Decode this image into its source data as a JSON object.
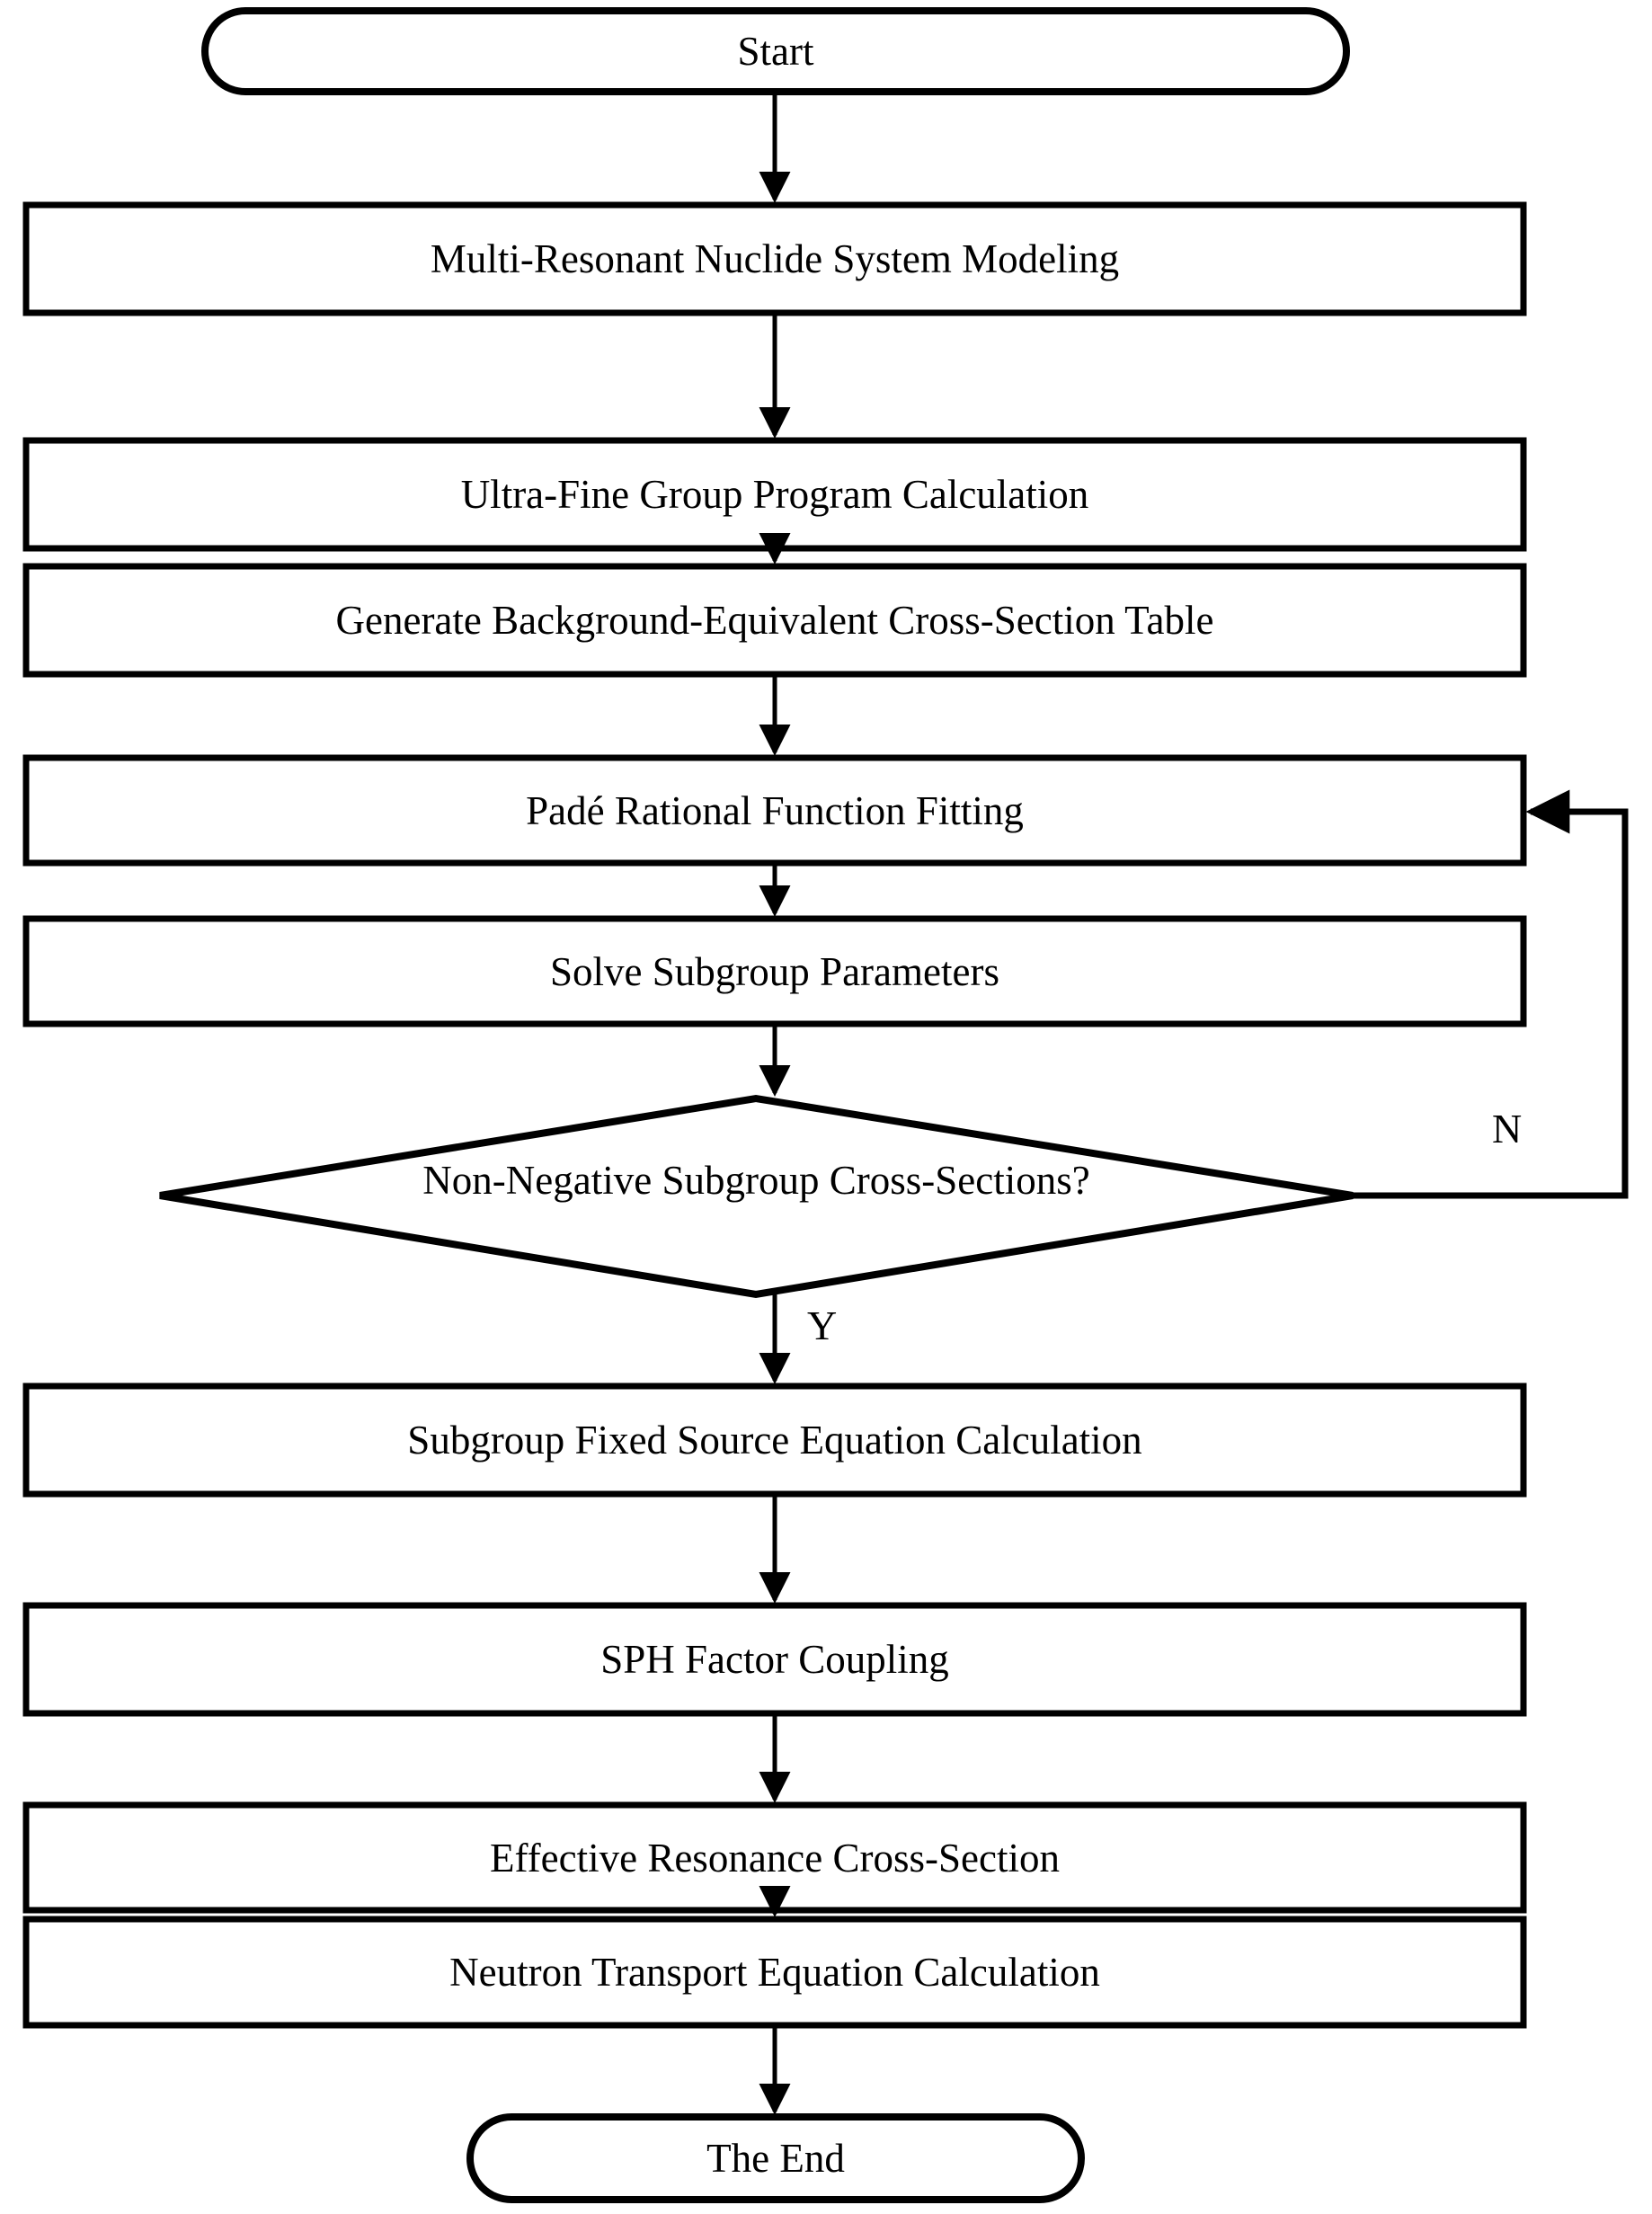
{
  "diagram": {
    "type": "flowchart",
    "orientation": "top-to-bottom",
    "background_color": "#FFFFFF",
    "line_color": "#000000",
    "text_color": "#000000",
    "nodes": [
      {
        "id": "start",
        "shape": "terminator",
        "label": "Start"
      },
      {
        "id": "modeling",
        "shape": "process",
        "label": "Multi-Resonant Nuclide System Modeling"
      },
      {
        "id": "ufg",
        "shape": "process",
        "label": "Ultra-Fine Group Program Calculation"
      },
      {
        "id": "bgxs",
        "shape": "process",
        "label": "Generate Background-Equivalent Cross-Section Table"
      },
      {
        "id": "pade",
        "shape": "process",
        "label": "Padé Rational Function Fitting"
      },
      {
        "id": "solve",
        "shape": "process",
        "label": "Solve Subgroup Parameters"
      },
      {
        "id": "decision",
        "shape": "decision",
        "label": "Non-Negative Subgroup Cross-Sections?"
      },
      {
        "id": "fixedsource",
        "shape": "process",
        "label": "Subgroup Fixed Source Equation Calculation"
      },
      {
        "id": "sph",
        "shape": "process",
        "label": "SPH Factor Coupling"
      },
      {
        "id": "effxs",
        "shape": "process",
        "label": "Effective Resonance Cross-Section"
      },
      {
        "id": "transport",
        "shape": "process",
        "label": "Neutron Transport Equation Calculation"
      },
      {
        "id": "end",
        "shape": "terminator",
        "label": "The End"
      }
    ],
    "edges": [
      {
        "from": "start",
        "to": "modeling",
        "label": ""
      },
      {
        "from": "modeling",
        "to": "ufg",
        "label": ""
      },
      {
        "from": "ufg",
        "to": "bgxs",
        "label": ""
      },
      {
        "from": "bgxs",
        "to": "pade",
        "label": ""
      },
      {
        "from": "pade",
        "to": "solve",
        "label": ""
      },
      {
        "from": "solve",
        "to": "decision",
        "label": ""
      },
      {
        "from": "decision",
        "to": "pade",
        "label": "N"
      },
      {
        "from": "decision",
        "to": "fixedsource",
        "label": "Y"
      },
      {
        "from": "fixedsource",
        "to": "sph",
        "label": ""
      },
      {
        "from": "sph",
        "to": "effxs",
        "label": ""
      },
      {
        "from": "effxs",
        "to": "transport",
        "label": ""
      },
      {
        "from": "transport",
        "to": "end",
        "label": ""
      }
    ],
    "edge_labels": {
      "no_branch": "N",
      "yes_branch": "Y"
    }
  }
}
